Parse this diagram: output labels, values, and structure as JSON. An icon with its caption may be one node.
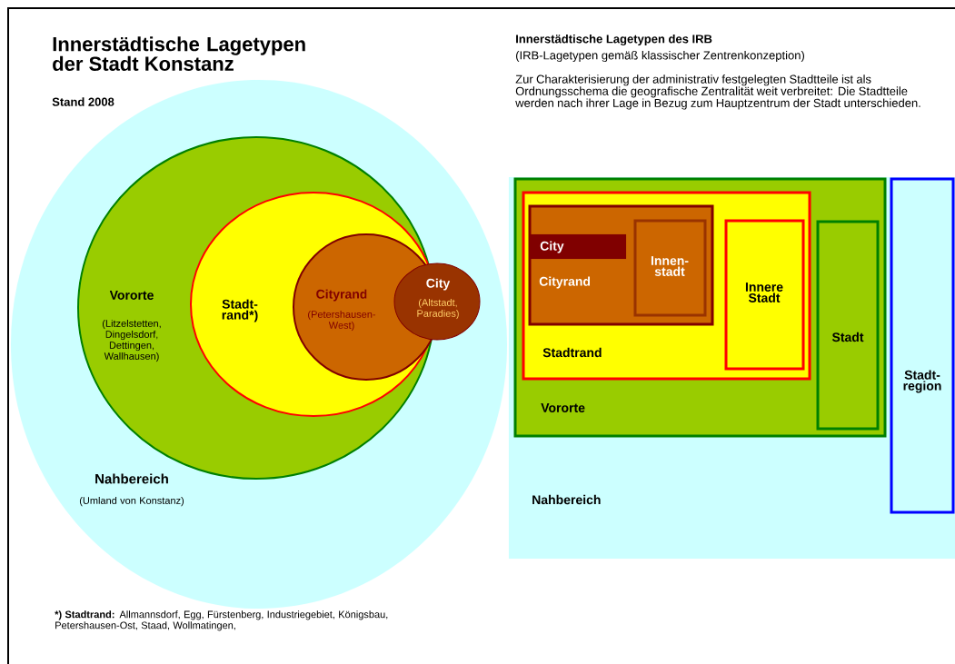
{
  "diagram": {
    "title": "Innerstädtische Lagetypen der Stadt Konstanz",
    "nodes": [
      {
        "text": [
          "Nahbereich",
          "(Umland von Konstanz)"
        ]
      },
      {
        "text": [
          "Vororte",
          "(Litzelstetten, Dingelsdorf, Dettingen, Wallhausen)"
        ],
        "in": 0
      },
      {
        "text": [
          "Stadt- rand*)"
        ],
        "in": 1
      },
      {
        "text": [
          "Cityrand",
          "(Petershausen- West)"
        ],
        "in": 2
      },
      {
        "text": [
          "City",
          "(Altstadt, Paradies)"
        ],
        "in": 0
      },
      {
        "text": [
          "Nahbereich"
        ]
      },
      {
        "text": [
          "Vororte"
        ],
        "in": 5
      },
      {
        "text": [
          "Stadtrand"
        ],
        "in": 6
      },
      {
        "text": [
          "Cityrand"
        ],
        "in": 7
      },
      {
        "text": [
          "City"
        ],
        "in": 8
      },
      {
        "text": [
          "Innen- stadt"
        ],
        "in": 8
      },
      {
        "text": [
          "Innere Stadt"
        ],
        "in": 7
      },
      {
        "text": [
          "Stadt"
        ],
        "in": 6
      },
      {
        "text": [
          "Stadt- region"
        ],
        "in": 5
      }
    ],
    "labels": [
      "Stand 2008",
      "Innerstädtische Lagetypen des IRB",
      "(IRB-Lagetypen gemäß klassischer Zentrenkonzeption)",
      "Zur Charakterisierung der administrativ festgelegten Stadtteile ist als Ordnungsschema die geografische Zentralität weit verbreitet: Die Stadtteile werden nach ihrer Lage in Bezug zum Hauptzentrum der Stadt unterschieden.",
      "*) Stadtrand:",
      "Allmannsdorf, Egg, Fürstenberg, Industriegebiet, Königsbau, Petershausen-Ost, Staad, Wollmatingen,"
    ]
  }
}
